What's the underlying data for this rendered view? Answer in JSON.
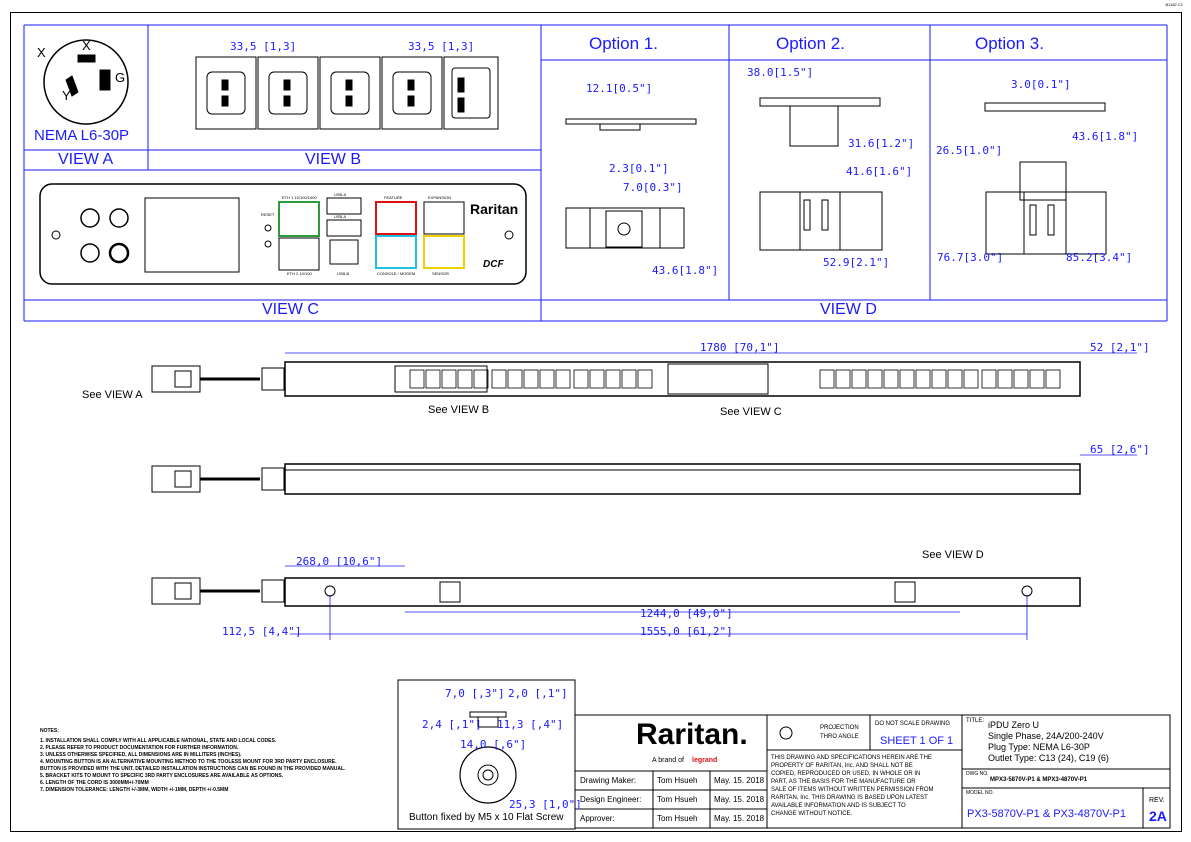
{
  "page_id": "B1182 C1",
  "views": {
    "view_a": "VIEW A",
    "view_b": "VIEW B",
    "view_c": "VIEW C",
    "view_d": "VIEW D",
    "nema": "NEMA L6-30P",
    "nema_x": "X",
    "nema_y": "Y",
    "nema_g": "G"
  },
  "view_b_dims": [
    "33,5 [1,3]",
    "33,5 [1,3]"
  ],
  "view_c_labels": {
    "reset": "RESET",
    "eth1": "ETH 1 10/100/1000",
    "eth2": "ETH 2 10/100",
    "usb_a1": "USB-A",
    "usb_a2": "USB-A",
    "usb_b": "USB-B",
    "feature": "FEATURE",
    "expansion": "EXPANSION",
    "console": "CONSOLE / MODEM",
    "sensor": "SENSOR",
    "brand": "Raritan",
    "dcf": "DCF"
  },
  "options": {
    "opt1": "Option 1.",
    "opt2": "Option 2.",
    "opt3": "Option 3.",
    "o1_dims": [
      "12.1[0.5\"]",
      "2.3[0.1\"]",
      "7.0[0.3\"]",
      "43.6[1.8\"]"
    ],
    "o2_dims": [
      "38.0[1.5\"]",
      "31.6[1.2\"]",
      "41.6[1.6\"]",
      "52.9[2.1\"]"
    ],
    "o3_dims": [
      "3.0[0.1\"]",
      "43.6[1.8\"]",
      "26.5[1.0\"]",
      "76.7[3.0\"]",
      "85.2[3.4\"]"
    ]
  },
  "main_dims": {
    "length": "1780 [70,1\"]",
    "width": "52 [2,1\"]",
    "depth": "65 [2,6\"]",
    "d268": "268,0 [10,6\"]",
    "d1244": "1244,0 [49,0\"]",
    "d1555": "1555,0 [61,2\"]",
    "d112": "112,5 [4,4\"]"
  },
  "callouts": {
    "see_a": "See VIEW A",
    "see_b": "See VIEW B",
    "see_c": "See VIEW C",
    "see_d": "See VIEW D"
  },
  "button_detail": {
    "d70": "7,0 [,3\"]",
    "d20": "2,0 [,1\"]",
    "d24": "2,4 [,1\"]",
    "d113": "11,3 [,4\"]",
    "d140": "14,0 [,6\"]",
    "d253": "25,3 [1,0\"]",
    "caption": "Button fixed by M5 x 10 Flat Screw"
  },
  "notes": {
    "heading": "NOTES:",
    "items": [
      "1. INSTALLATION SHALL COMPLY WITH ALL APPLICABLE NATIONAL, STATE AND LOCAL CODES.",
      "2. PLEASE REFER TO PRODUCT DOCUMENTATION FOR FURTHER INFORMATION.",
      "3. UNLESS OTHERWISE SPECIFIED, ALL DIMENSIONS ARE IN MILLITERS (INCHES).",
      "4. MOUNTING BUTTON IS AN ALTERNATIVE MOUNTING METHOD TO THE TOOLESS MOUNT FOR 3RD PARTY ENCLOSURE.",
      "   BUTTON IS PROVIDED WITH THE UNIT. DETAILED INSTALLATION INSTRUCTIONS CAN BE FOUND IN THE PROVIDED MANUAL.",
      "5. BRACKET KITS TO MOUNT TO SPECIFIC 3RD PARTY ENCLOSURES ARE AVAILABLE AS OPTIONS.",
      "6. LENGTH OF THE CORD IS 3000MM+/-70MM",
      "7. DIMENSION TOLERANCE: LENGTH +/-3MM, WIDTH +/-1MM, DEPTH +/-0.5MM"
    ]
  },
  "title_block": {
    "logo": "Raritan.",
    "tagline": "A brand of",
    "tagline_brand": "legrand",
    "rows": [
      {
        "role": "Drawing Maker:",
        "name": "Tom Hsueh",
        "date": "May. 15. 2018"
      },
      {
        "role": "Design Engineer:",
        "name": "Tom Hsueh",
        "date": "May. 15. 2018"
      },
      {
        "role": "Approver:",
        "name": "Tom Hsueh",
        "date": "May. 15. 2018"
      }
    ],
    "projection": "PROJECTION",
    "thro": "THRO ANGLE",
    "do_not_scale": "DO NOT SCALE DRAWING",
    "sheet": "SHEET 1 OF 1",
    "disclaimer": [
      "THIS DRAWING AND SPECIFICATIONS HEREIN ARE THE",
      "PROPERTY OF RARITAN, Inc. AND SHALL NOT BE",
      "COPIED, REPRODUCED OR USED, IN WHOLE OR IN",
      "PART, AS THE BASIS FOR THE MANUFACTURE OR",
      "SALE OF ITEMS WITHOUT WRITTEN PERMISSION FROM",
      "RARITAN, Inc. THIS DRAWING IS BASED UPON LATEST",
      "AVAILABLE INFORMATION AND IS SUBJECT TO",
      "CHANGE WITHOUT NOTICE."
    ],
    "title_label": "TITLE:",
    "title_lines": [
      "iPDU Zero U",
      "Single Phase, 24A/200-240V",
      "Plug Type: NEMA L6-30P",
      "Outlet Type: C13 (24), C19 (6)"
    ],
    "dwg_label": "DWG NO.",
    "dwg_no": "MPX3-5870V-P1 & MPX3-4870V-P1",
    "model_label": "MODEL NO.",
    "model_no": "PX3-5870V-P1 & PX3-4870V-P1",
    "rev_label": "REV.",
    "rev": "2A"
  }
}
